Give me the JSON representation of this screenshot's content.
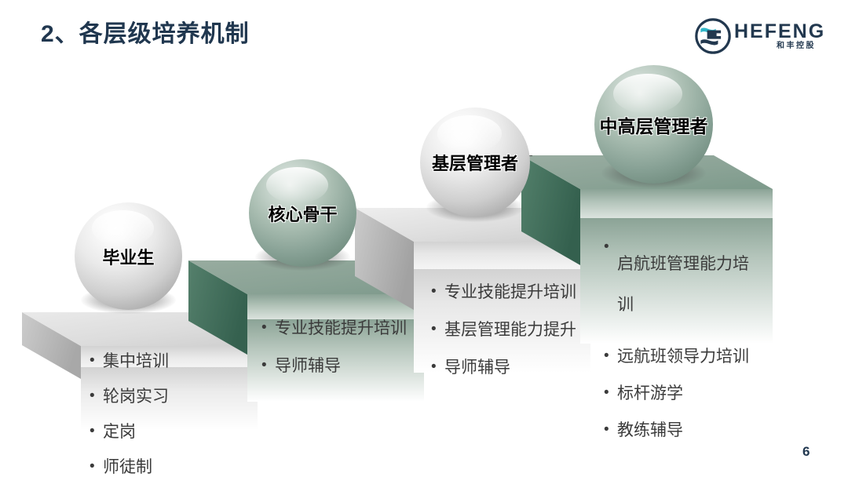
{
  "slide": {
    "title": "2、各层级培养机制",
    "page_number": "6",
    "title_color": "#20374f",
    "background_color": "#ffffff"
  },
  "logo": {
    "mark_name": "hefeng-circular-emblem",
    "wordmark": "HEFENG",
    "sub_text": "和丰控股",
    "mark_color": "#22384f",
    "accent_color": "#2fb6c8"
  },
  "levels": [
    {
      "id": "graduate",
      "sphere_label": "毕业生",
      "sphere_style": "gray",
      "step_style": "gray",
      "bullets": [
        {
          "lines": [
            "集中培训"
          ]
        },
        {
          "lines": [
            "轮岗实习"
          ]
        },
        {
          "lines": [
            "定岗"
          ]
        },
        {
          "lines": [
            "师徒制"
          ]
        }
      ]
    },
    {
      "id": "core-backbone",
      "sphere_label": "核心骨干",
      "sphere_style": "green",
      "step_style": "green",
      "bullets": [
        {
          "lines": [
            "专业技能提升培训"
          ]
        },
        {
          "lines": [
            "导师辅导"
          ]
        }
      ]
    },
    {
      "id": "frontline-manager",
      "sphere_label": "基层管理者",
      "sphere_style": "gray",
      "step_style": "gray",
      "bullets": [
        {
          "lines": [
            "专业技能提升培训"
          ]
        },
        {
          "lines": [
            "基层管理能力提升"
          ]
        },
        {
          "lines": [
            "导师辅导"
          ]
        }
      ]
    },
    {
      "id": "senior-manager",
      "sphere_label": "中高层管理者",
      "sphere_style": "green",
      "step_style": "green",
      "bullets": [
        {
          "lines": [
            "启航班管理能力培",
            "训"
          ]
        },
        {
          "lines": [
            "远航班领导力培训"
          ]
        },
        {
          "lines": [
            "标杆游学"
          ]
        },
        {
          "lines": [
            "教练辅导"
          ]
        }
      ]
    }
  ],
  "palette": {
    "step_green_top": "#8ba396",
    "step_green_side": "#3f6a58",
    "step_gray_top": "#dcdcdc",
    "step_gray_side": "#b9b9b9",
    "bullet_text": "#3b3b3b"
  }
}
